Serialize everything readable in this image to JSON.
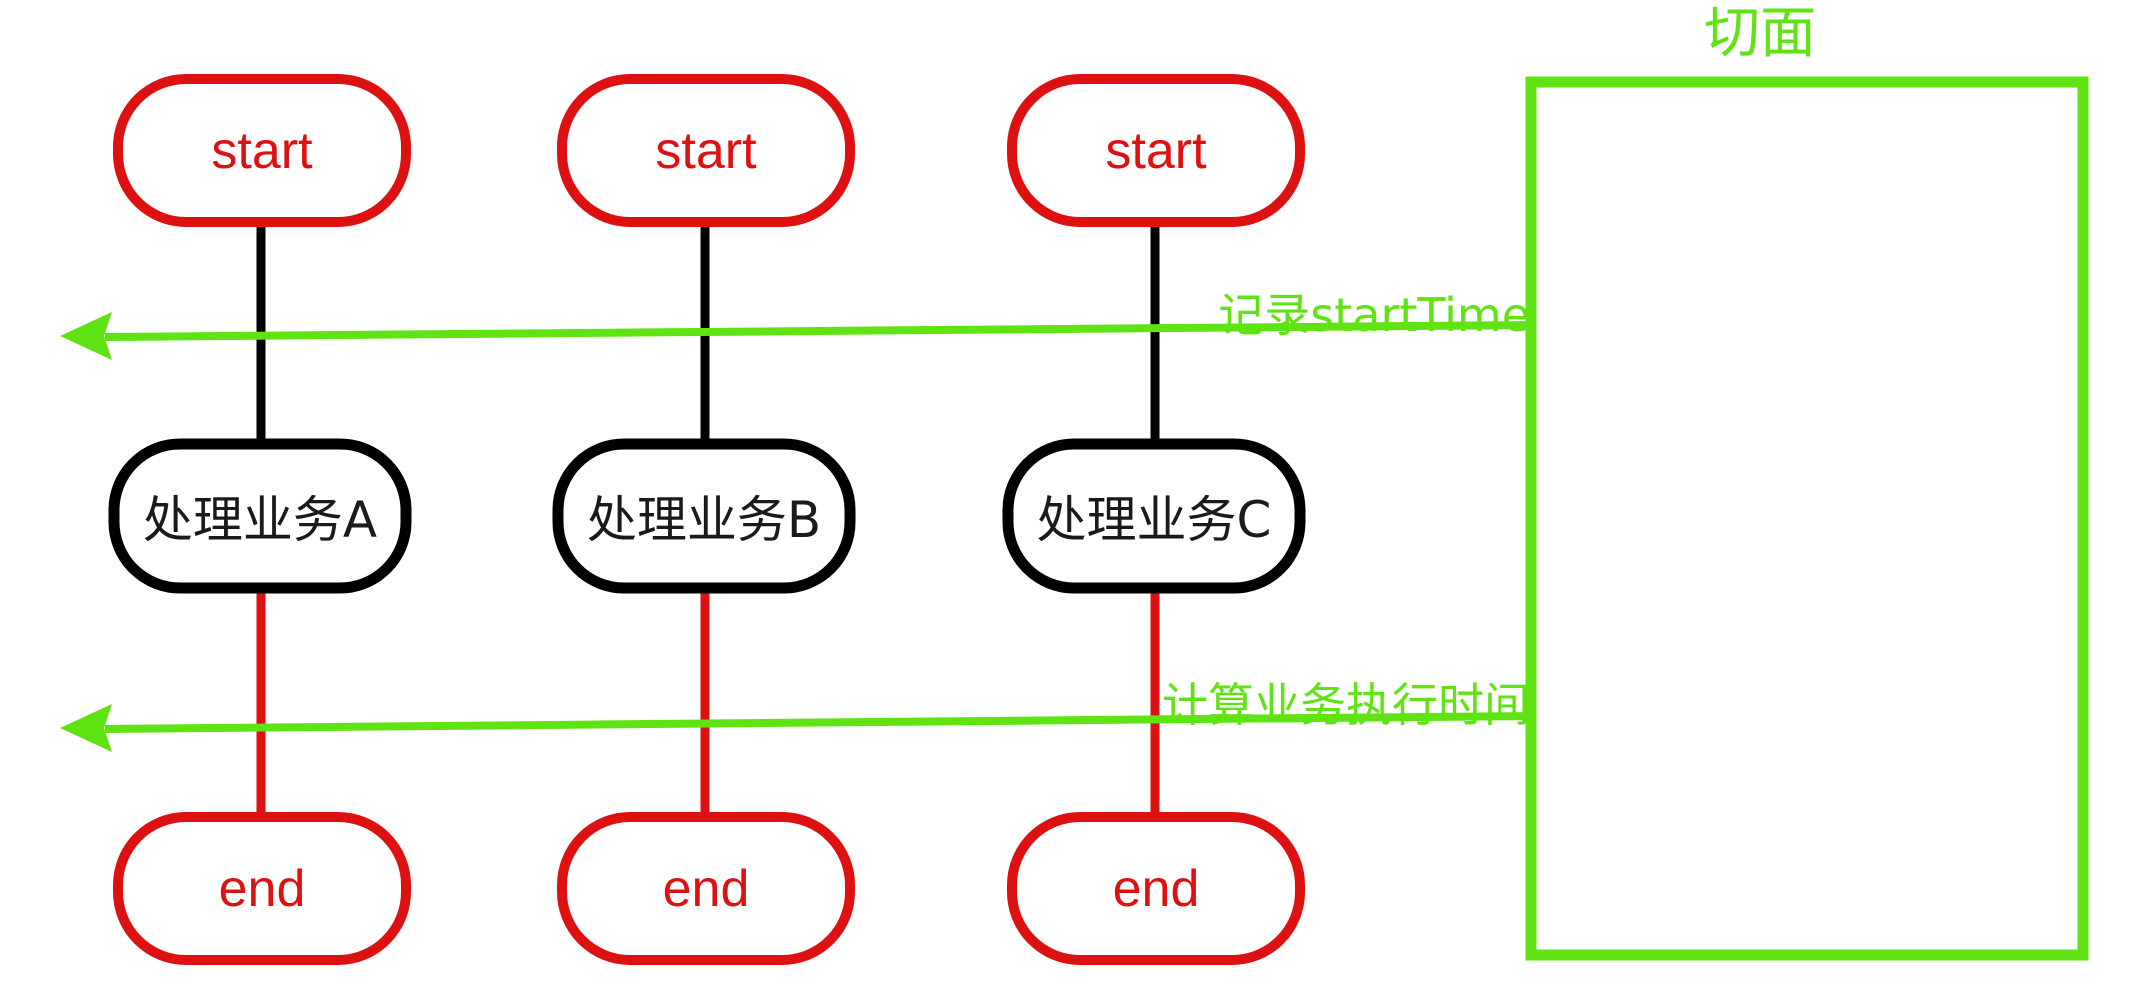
{
  "diagram": {
    "title_text": "切面",
    "colors": {
      "terminal_stroke": "#DD1111",
      "terminal_text": "#DD1111",
      "process_stroke": "#000000",
      "process_text": "#1a1a1a",
      "aspect_green": "#5FE313",
      "connector_top": "#000000",
      "connector_bottom": "#DD1111",
      "background": "#ffffff"
    },
    "columns": [
      {
        "start_label": "start",
        "process_label": "处理业务A",
        "end_label": "end"
      },
      {
        "start_label": "start",
        "process_label": "处理业务B",
        "end_label": "end"
      },
      {
        "start_label": "start",
        "process_label": "处理业务C",
        "end_label": "end"
      }
    ],
    "advices": [
      {
        "label": "记录startTime"
      },
      {
        "label": "计算业务执行时间"
      }
    ]
  }
}
